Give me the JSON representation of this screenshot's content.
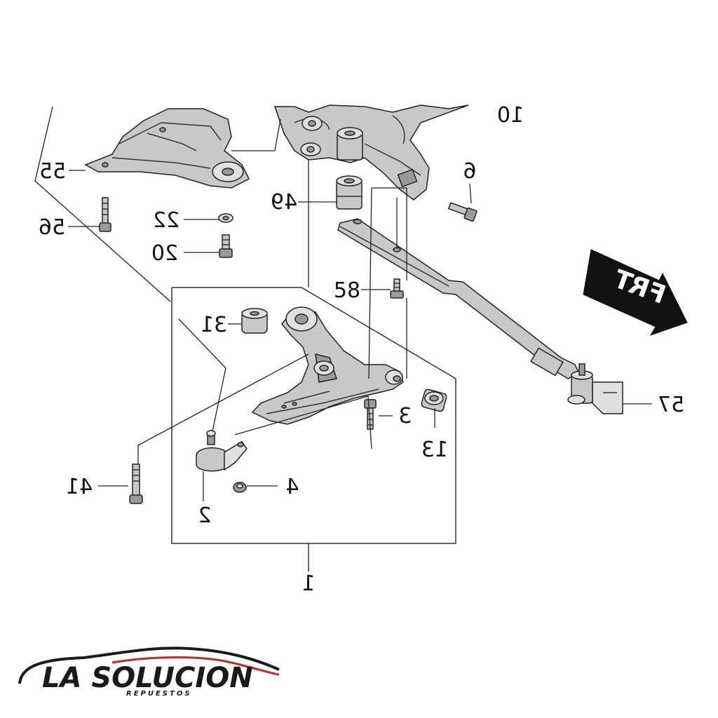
{
  "callouts": [
    {
      "id": "1",
      "label": "1"
    },
    {
      "id": "2",
      "label": "2"
    },
    {
      "id": "3",
      "label": "3"
    },
    {
      "id": "4",
      "label": "4"
    },
    {
      "id": "6",
      "label": "6"
    },
    {
      "id": "10",
      "label": "10"
    },
    {
      "id": "13",
      "label": "13"
    },
    {
      "id": "20",
      "label": "20"
    },
    {
      "id": "22",
      "label": "22"
    },
    {
      "id": "31",
      "label": "31"
    },
    {
      "id": "41",
      "label": "41"
    },
    {
      "id": "49",
      "label": "49"
    },
    {
      "id": "55",
      "label": "55"
    },
    {
      "id": "56",
      "label": "56"
    },
    {
      "id": "57",
      "label": "57"
    },
    {
      "id": "58",
      "label": "58"
    }
  ],
  "direction_arrow": {
    "label": "FRT"
  },
  "logo": {
    "title": "LA SOLUCION",
    "subtitle": "REPUESTOS"
  },
  "colors": {
    "ink": "#111111",
    "logo_swoosh": "#c0282d",
    "arrow": "#111111"
  }
}
